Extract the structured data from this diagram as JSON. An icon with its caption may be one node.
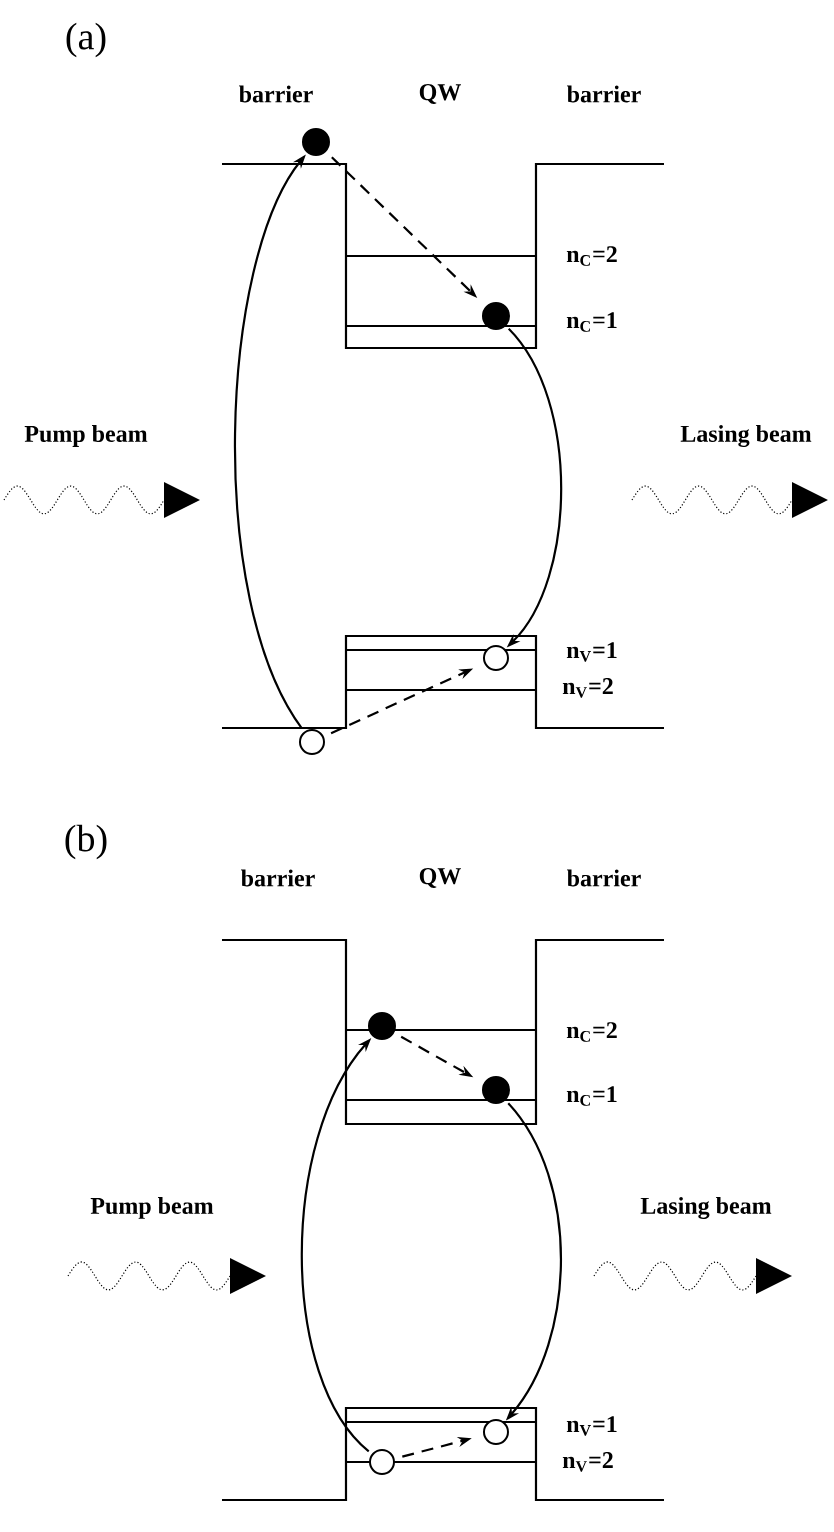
{
  "diagram": {
    "nodes": [
      {
        "text": [],
        "shape": "dot"
      },
      {
        "text": [],
        "shape": "dot"
      },
      {
        "text": [],
        "shape": "circle"
      },
      {
        "text": [],
        "shape": "circle"
      },
      {
        "text": [],
        "shape": "dot"
      },
      {
        "text": [],
        "shape": "dot"
      },
      {
        "text": [],
        "shape": "circle"
      },
      {
        "text": [],
        "shape": "circle"
      }
    ],
    "edges": [
      {
        "from": 3,
        "to": 0,
        "arrow": "to"
      },
      {
        "from": 0,
        "to": 1,
        "arrow": "to",
        "style": "dashed"
      },
      {
        "from": 1,
        "to": 2,
        "arrow": "to"
      },
      {
        "from": 3,
        "to": 2,
        "arrow": "to",
        "style": "dashed"
      },
      {
        "from": 7,
        "to": 4,
        "arrow": "to"
      },
      {
        "from": 4,
        "to": 5,
        "arrow": "to",
        "style": "dashed"
      },
      {
        "from": 5,
        "to": 6,
        "arrow": "to"
      },
      {
        "from": 7,
        "to": 6,
        "arrow": "to",
        "style": "dashed"
      }
    ],
    "labels": [
      "(a)",
      "barrier",
      "QW",
      "barrier",
      "n$_{C}$=2",
      "n$_{C}$=1",
      "Pump beam",
      "Lasing beam",
      "n$_{V}$=1",
      "n$_{V}$=2",
      "(b)",
      "barrier",
      "QW",
      "barrier",
      "n$_{C}$=2",
      "n$_{C}$=1",
      "Pump beam",
      "Lasing beam",
      "n$_{V}$=1",
      "n$_{V}$=2"
    ]
  }
}
